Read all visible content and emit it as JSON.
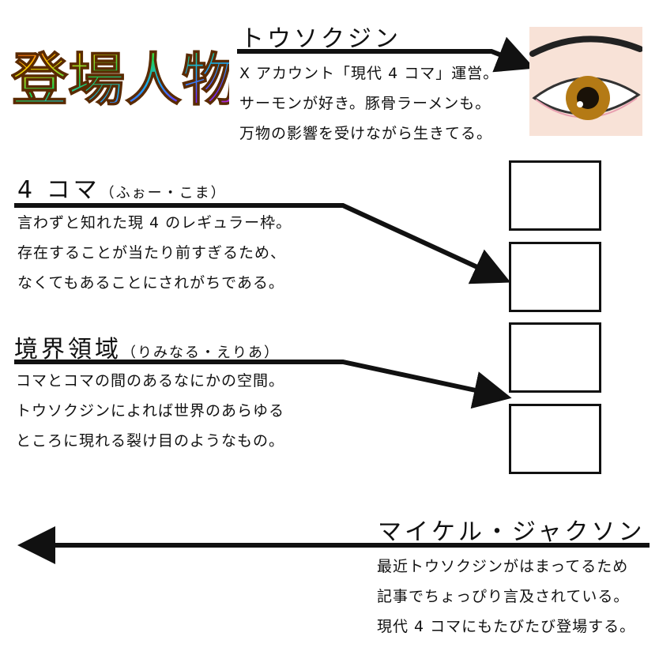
{
  "title": "登場人物",
  "colors": {
    "accent_line": "#111111",
    "eye_skin": "#f8e2d7",
    "iris": "#b47a15"
  },
  "characters": [
    {
      "name": "トウソクジン",
      "reading": "",
      "lines": [
        "X アカウント「現代 4 コマ」運営。",
        "サーモンが好き。豚骨ラーメンも。",
        "万物の影響を受けながら生きてる。"
      ],
      "icon": "eye-icon"
    },
    {
      "name": "4 コマ",
      "reading": "（ふぉー・こま）",
      "lines": [
        "言わずと知れた現 4 のレギュラー枠。",
        "存在することが当たり前すぎるため、",
        "なくてもあることにされがちである。"
      ],
      "icon": "panel-frames"
    },
    {
      "name": "境界領域",
      "reading": "（りみなる・えりあ）",
      "lines": [
        "コマとコマの間のあるなにかの空間。",
        "トウソクジンによれば世界のあらゆる",
        "ところに現れる裂け目のようなもの。"
      ],
      "icon": "panel-gap"
    },
    {
      "name": "マイケル・ジャクソン",
      "reading": "",
      "lines": [
        "最近トウソクジンがはまってるため",
        "記事でちょっぴり言及されている。",
        "現代 4 コマにもたびたび登場する。"
      ],
      "icon": "offscreen-arrow"
    }
  ]
}
